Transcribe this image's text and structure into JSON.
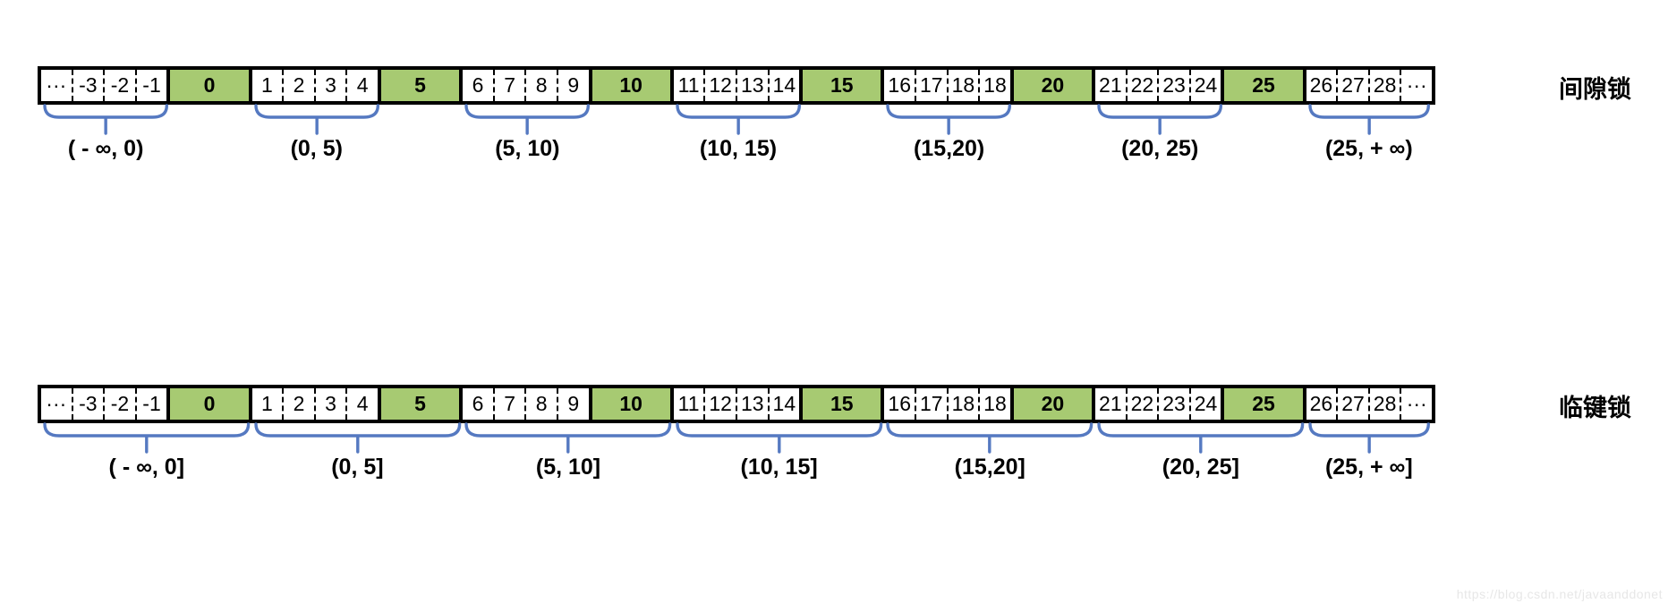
{
  "palette": {
    "cell_green": "#a7ca72",
    "brace_blue": "#5579c1",
    "ink": "#000000",
    "watermark_gray": "#e7e7e7"
  },
  "watermark": "https://blog.csdn.net/javaanddonet",
  "rows": [
    {
      "id": "gap-lock",
      "side_label": "间隙锁",
      "cells": [
        {
          "label": "···"
        },
        {
          "label": "-3"
        },
        {
          "label": "-2"
        },
        {
          "label": "-1"
        },
        {
          "label": "0",
          "green": true
        },
        {
          "label": "1"
        },
        {
          "label": "2"
        },
        {
          "label": "3"
        },
        {
          "label": "4"
        },
        {
          "label": "5",
          "green": true
        },
        {
          "label": "6"
        },
        {
          "label": "7"
        },
        {
          "label": "8"
        },
        {
          "label": "9"
        },
        {
          "label": "10",
          "green": true
        },
        {
          "label": "11"
        },
        {
          "label": "12"
        },
        {
          "label": "13"
        },
        {
          "label": "14"
        },
        {
          "label": "15",
          "green": true
        },
        {
          "label": "16"
        },
        {
          "label": "17"
        },
        {
          "label": "18"
        },
        {
          "label": "18"
        },
        {
          "label": "20",
          "green": true
        },
        {
          "label": "21"
        },
        {
          "label": "22"
        },
        {
          "label": "23"
        },
        {
          "label": "24"
        },
        {
          "label": "25",
          "green": true
        },
        {
          "label": "26"
        },
        {
          "label": "27"
        },
        {
          "label": "28"
        },
        {
          "label": "···"
        }
      ],
      "brackets": [
        {
          "from": 0,
          "to": 3,
          "label": "( - ∞, 0)"
        },
        {
          "from": 5,
          "to": 8,
          "label": "(0, 5)"
        },
        {
          "from": 10,
          "to": 13,
          "label": "(5, 10)"
        },
        {
          "from": 15,
          "to": 18,
          "label": "(10, 15)"
        },
        {
          "from": 20,
          "to": 23,
          "label": "(15,20)"
        },
        {
          "from": 25,
          "to": 28,
          "label": "(20, 25)"
        },
        {
          "from": 30,
          "to": 33,
          "label": "(25, + ∞)"
        }
      ]
    },
    {
      "id": "next-key-lock",
      "side_label": "临键锁",
      "cells": [
        {
          "label": "···"
        },
        {
          "label": "-3"
        },
        {
          "label": "-2"
        },
        {
          "label": "-1"
        },
        {
          "label": "0",
          "green": true
        },
        {
          "label": "1"
        },
        {
          "label": "2"
        },
        {
          "label": "3"
        },
        {
          "label": "4"
        },
        {
          "label": "5",
          "green": true
        },
        {
          "label": "6"
        },
        {
          "label": "7"
        },
        {
          "label": "8"
        },
        {
          "label": "9"
        },
        {
          "label": "10",
          "green": true
        },
        {
          "label": "11"
        },
        {
          "label": "12"
        },
        {
          "label": "13"
        },
        {
          "label": "14"
        },
        {
          "label": "15",
          "green": true
        },
        {
          "label": "16"
        },
        {
          "label": "17"
        },
        {
          "label": "18"
        },
        {
          "label": "18"
        },
        {
          "label": "20",
          "green": true
        },
        {
          "label": "21"
        },
        {
          "label": "22"
        },
        {
          "label": "23"
        },
        {
          "label": "24"
        },
        {
          "label": "25",
          "green": true
        },
        {
          "label": "26"
        },
        {
          "label": "27"
        },
        {
          "label": "28"
        },
        {
          "label": "···"
        }
      ],
      "brackets": [
        {
          "from": 0,
          "to": 4,
          "label": "( - ∞, 0]"
        },
        {
          "from": 5,
          "to": 9,
          "label": "(0, 5]"
        },
        {
          "from": 10,
          "to": 14,
          "label": "(5, 10]"
        },
        {
          "from": 15,
          "to": 19,
          "label": "(10, 15]"
        },
        {
          "from": 20,
          "to": 24,
          "label": "(15,20]"
        },
        {
          "from": 25,
          "to": 29,
          "label": "(20, 25]"
        },
        {
          "from": 30,
          "to": 33,
          "label": "(25, + ∞]"
        }
      ]
    }
  ]
}
